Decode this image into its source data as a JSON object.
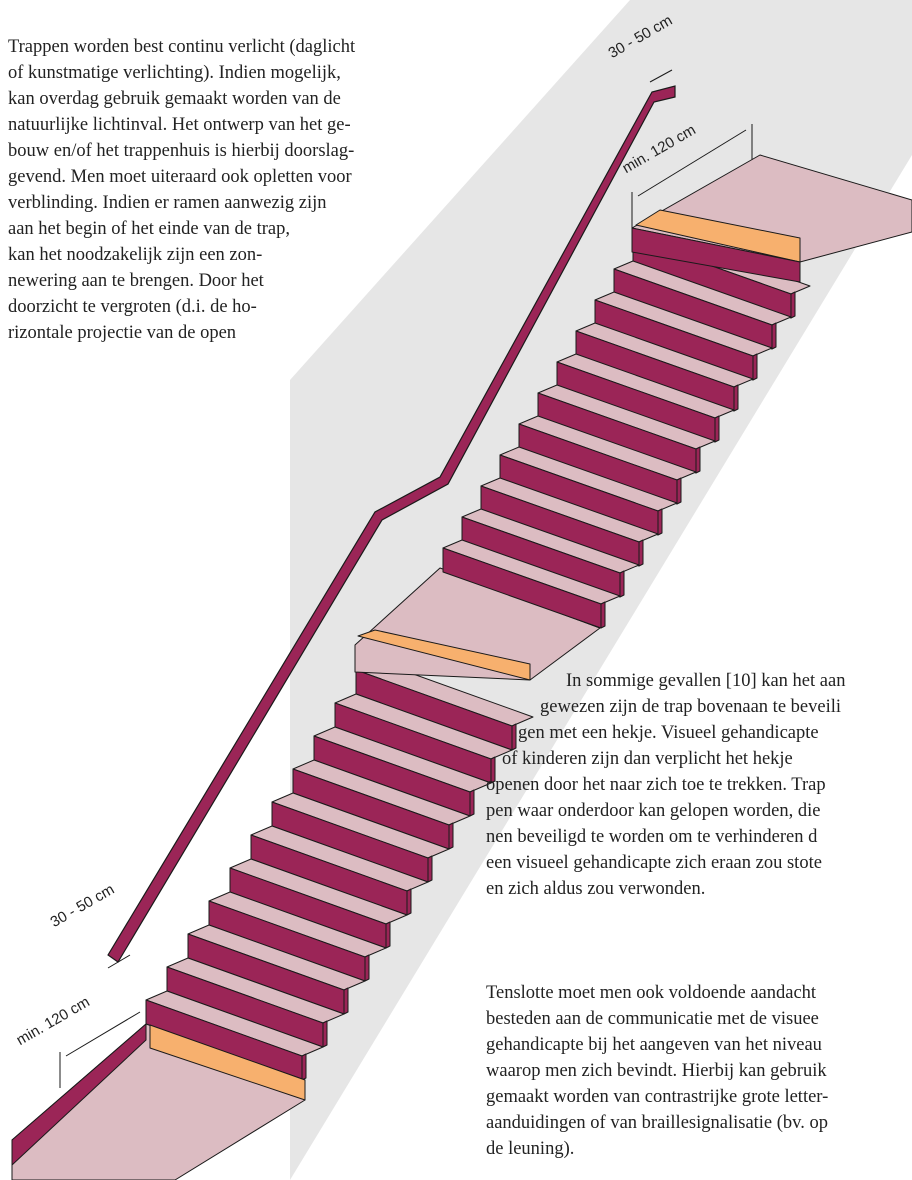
{
  "colors": {
    "wall": "#e6e6e6",
    "riser": "#9b2557",
    "tread": "#dcbcc2",
    "contrast_strip": "#f7b06e",
    "edge": "#1a1a1a"
  },
  "intro_paragraph": [
    "Trappen worden best continu verlicht (daglicht",
    "of kunstmatige verlichting). Indien mogelijk,",
    "kan overdag gebruik gemaakt worden van de",
    "natuurlijke lichtinval. Het ontwerp van het ge-",
    "bouw en/of het trappenhuis is hierbij doorslag-",
    "gevend. Men moet uiteraard ook opletten voor",
    "verblinding. Indien er ramen aanwezig zijn",
    "aan het begin of het einde van de trap,",
    "kan het noodzakelijk zijn een zon-",
    "newering aan te brengen. Door het",
    "doorzicht te vergroten (d.i. de ho-",
    "rizontale projectie van de open"
  ],
  "gate_paragraph": [
    "In sommige gevallen [10] kan het aan",
    "gewezen zijn de trap bovenaan te beveili",
    "gen met een hekje. Visueel gehandicapte",
    "of kinderen zijn dan verplicht het hekje",
    "openen door het naar zich toe te trekken. Trap",
    "pen waar onderdoor kan gelopen worden, die",
    "nen beveiligd te worden om te verhinderen d",
    "een visueel gehandicapte zich eraan zou stote",
    "en zich aldus zou verwonden."
  ],
  "communication_paragraph": [
    "Tenslotte moet men ook voldoende aandacht",
    "besteden aan de communicatie met de visuee",
    "gehandicapte bij het aangeven van het niveau",
    "waarop men zich bevindt. Hierbij kan gebruik",
    "gemaakt worden van contrastrijke grote letter-",
    "aanduidingen of van braillesignalisatie (bv. op",
    "de leuning)."
  ],
  "dimensions": {
    "top_handrail_extension": "30 - 50 cm",
    "top_landing": "min. 120 cm",
    "bottom_handrail_extension": "30 - 50 cm",
    "bottom_landing": "min. 120 cm"
  }
}
